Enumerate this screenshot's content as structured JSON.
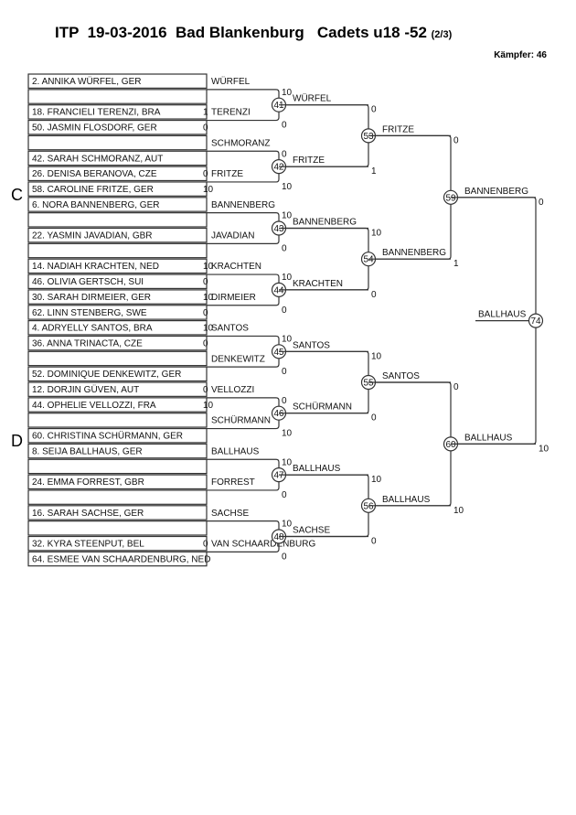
{
  "header": {
    "title": "ITP  19-03-2016  Bad Blankenburg   Cadets u18 -52",
    "part": "(2/3)",
    "fighters": "Kämpfer: 46"
  },
  "sections": [
    "C",
    "D"
  ],
  "entries": [
    {
      "name": "2. ANNIKA WÜRFEL, GER",
      "score": ""
    },
    {
      "name": "",
      "score": ""
    },
    {
      "name": "18. FRANCIELI TERENZI, BRA",
      "score": "1"
    },
    {
      "name": "50. JASMIN FLOSDORF, GER",
      "score": "0"
    },
    {
      "name": "",
      "score": ""
    },
    {
      "name": "42. SARAH SCHMORANZ, AUT",
      "score": ""
    },
    {
      "name": "26. DENISA BERANOVA, CZE",
      "score": "0"
    },
    {
      "name": "58. CAROLINE FRITZE, GER",
      "score": "10"
    },
    {
      "name": "6. NORA BANNENBERG, GER",
      "score": ""
    },
    {
      "name": "",
      "score": ""
    },
    {
      "name": "22. YASMIN JAVADIAN, GBR",
      "score": ""
    },
    {
      "name": "",
      "score": ""
    },
    {
      "name": "14. NADIAH KRACHTEN, NED",
      "score": "10"
    },
    {
      "name": "46. OLIVIA GERTSCH, SUI",
      "score": "0"
    },
    {
      "name": "30. SARAH DIRMEIER, GER",
      "score": "10"
    },
    {
      "name": "62. LINN STENBERG, SWE",
      "score": "0"
    },
    {
      "name": "4. ADRYELLY SANTOS, BRA",
      "score": "10"
    },
    {
      "name": "36. ANNA TRINACTA, CZE",
      "score": "0"
    },
    {
      "name": "",
      "score": ""
    },
    {
      "name": "52. DOMINIQUE DENKEWITZ, GER",
      "score": ""
    },
    {
      "name": "12. DORJIN GÜVEN, AUT",
      "score": "0"
    },
    {
      "name": "44. OPHELIE VELLOZZI, FRA",
      "score": "10"
    },
    {
      "name": "",
      "score": ""
    },
    {
      "name": "60. CHRISTINA SCHÜRMANN, GER",
      "score": ""
    },
    {
      "name": "8. SEIJA BALLHAUS, GER",
      "score": ""
    },
    {
      "name": "",
      "score": ""
    },
    {
      "name": "24. EMMA FORREST, GBR",
      "score": ""
    },
    {
      "name": "",
      "score": ""
    },
    {
      "name": "16. SARAH SACHSE, GER",
      "score": ""
    },
    {
      "name": "",
      "score": ""
    },
    {
      "name": "32. KYRA STEENPUT, BEL",
      "score": "0"
    },
    {
      "name": "64. ESMEE VAN SCHAARDENBURG, NED",
      "score": ""
    }
  ],
  "pair_winners": [
    "WÜRFEL",
    "TERENZI",
    "SCHMORANZ",
    "FRITZE",
    "BANNENBERG",
    "JAVADIAN",
    "KRACHTEN",
    "DIRMEIER",
    "SANTOS",
    "DENKEWITZ",
    "VELLOZZI",
    "SCHÜRMANN",
    "BALLHAUS",
    "FORREST",
    "SACHSE",
    "VAN SCHAARDENBURG"
  ],
  "rounds": [
    [
      {
        "id": "41",
        "top": "10",
        "bottom": "0",
        "winner": "WÜRFEL"
      },
      {
        "id": "42",
        "top": "0",
        "bottom": "10",
        "winner": "FRITZE"
      },
      {
        "id": "43",
        "top": "10",
        "bottom": "0",
        "winner": "BANNENBERG"
      },
      {
        "id": "44",
        "top": "10",
        "bottom": "0",
        "winner": "KRACHTEN"
      },
      {
        "id": "45",
        "top": "10",
        "bottom": "0",
        "winner": "SANTOS"
      },
      {
        "id": "46",
        "top": "0",
        "bottom": "10",
        "winner": "SCHÜRMANN"
      },
      {
        "id": "47",
        "top": "10",
        "bottom": "0",
        "winner": "BALLHAUS"
      },
      {
        "id": "48",
        "top": "10",
        "bottom": "0",
        "winner": "SACHSE"
      }
    ],
    [
      {
        "id": "53",
        "top": "0",
        "bottom": "1",
        "winner": "FRITZE"
      },
      {
        "id": "54",
        "top": "10",
        "bottom": "0",
        "winner": "BANNENBERG"
      },
      {
        "id": "55",
        "top": "10",
        "bottom": "0",
        "winner": "SANTOS"
      },
      {
        "id": "56",
        "top": "10",
        "bottom": "0",
        "winner": "BALLHAUS"
      }
    ],
    [
      {
        "id": "59",
        "top": "0",
        "bottom": "1",
        "winner": "BANNENBERG"
      },
      {
        "id": "60",
        "top": "0",
        "bottom": "10",
        "winner": "BALLHAUS"
      }
    ],
    [
      {
        "id": "74",
        "top": "0",
        "bottom": "10",
        "winner": "BALLHAUS"
      }
    ]
  ]
}
